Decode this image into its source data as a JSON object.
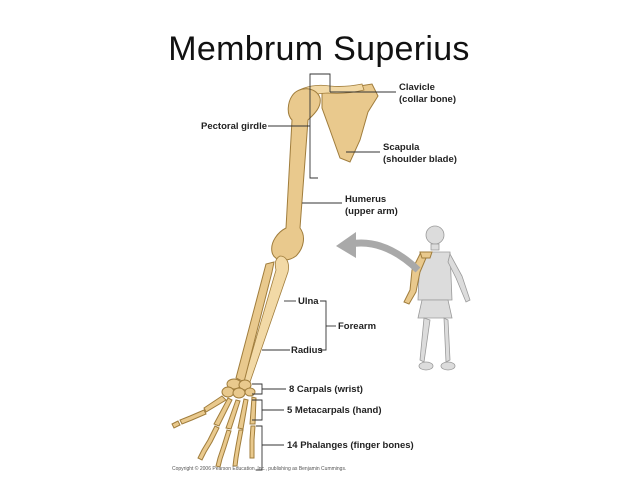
{
  "title": "Membrum Superius",
  "labels": {
    "clavicle": "Clavicle",
    "clavicle_common": "(collar bone)",
    "pectoral_girdle": "Pectoral girdle",
    "scapula": "Scapula",
    "scapula_common": "(shoulder blade)",
    "humerus": "Humerus",
    "humerus_common": "(upper arm)",
    "ulna": "Ulna",
    "forearm": "Forearm",
    "radius": "Radius",
    "carpals": "8 Carpals (wrist)",
    "metacarpals": "5 Metacarpals (hand)",
    "phalanges": "14 Phalanges (finger bones)"
  },
  "copyright": "Copyright © 2006 Pearson Education, Inc., publishing as Benjamin Cummings.",
  "colors": {
    "bone": "#e9c98d",
    "bone_outline": "#a07d3c",
    "skeleton_gray": "#dcdcdc",
    "arrow_gray": "#a9a9a9"
  }
}
